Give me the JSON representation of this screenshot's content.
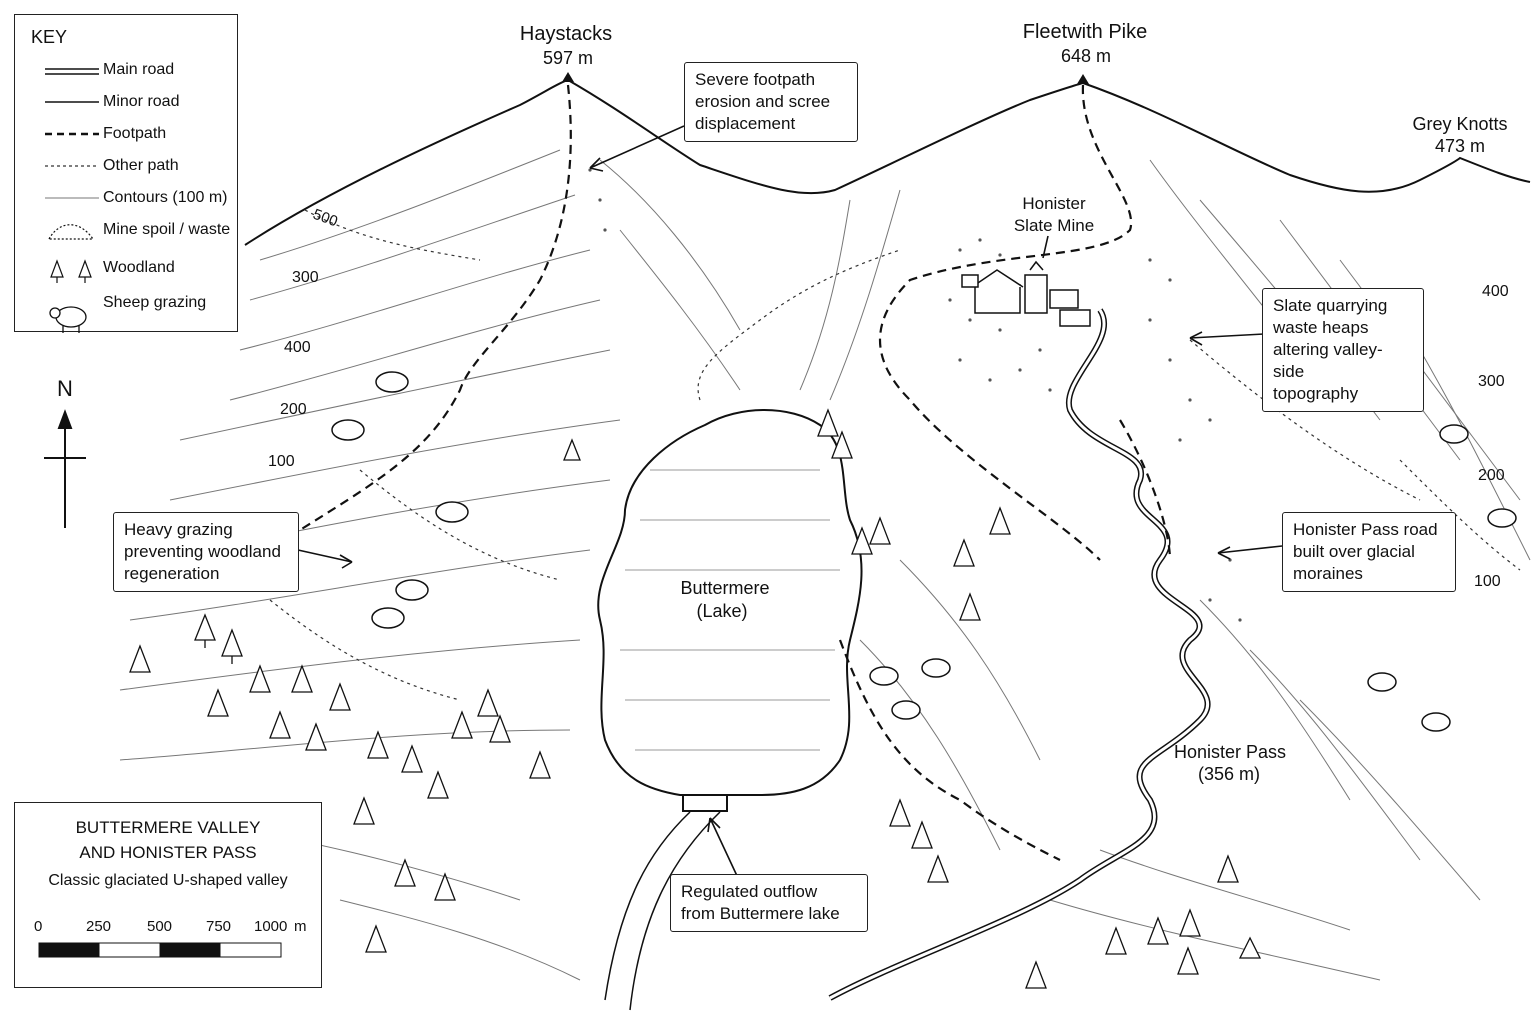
{
  "key": {
    "title": "KEY",
    "items": [
      {
        "label": "Main road",
        "icon": "main-road-symbol-icon"
      },
      {
        "label": "Minor road",
        "icon": "minor-road-symbol-icon"
      },
      {
        "label": "Footpath",
        "icon": "footpath-symbol-icon"
      },
      {
        "label": "Other path",
        "icon": "other-path-symbol-icon"
      },
      {
        "label": "Contours (100 m)",
        "icon": "contour-symbol-icon"
      },
      {
        "label": "Mine spoil / waste",
        "icon": "mine-spoil-icon"
      },
      {
        "label": "Woodland",
        "icon": "tree-icon"
      },
      {
        "label": "Sheep grazing",
        "icon": "sheep-icon"
      }
    ]
  },
  "north": {
    "label": "N"
  },
  "peaks": {
    "haystacks": {
      "name": "Haystacks",
      "height": "597 m"
    },
    "fleetwith": {
      "name": "Fleetwith Pike",
      "height": "648 m"
    },
    "grey_knotts": {
      "name": "Grey Knotts",
      "height": "473 m"
    }
  },
  "places": {
    "mine_line1": "Honister",
    "mine_line2": "Slate Mine",
    "lake_line1": "Buttermere",
    "lake_line2": "(Lake)",
    "pass_line1": "Honister Pass",
    "pass_line2": "(356 m)"
  },
  "contours": {
    "left": [
      "500",
      "300",
      "400",
      "200",
      "100"
    ],
    "right": [
      "400",
      "300",
      "200",
      "100"
    ]
  },
  "annotations": {
    "erosion": [
      "Severe footpath",
      "erosion and scree",
      "displacement"
    ],
    "grazing": [
      "Heavy grazing",
      "preventing woodland",
      "regeneration"
    ],
    "quarry": [
      "Slate quarrying",
      "waste heaps",
      "altering valley-side",
      "topography"
    ],
    "moraine": [
      "Honister Pass road",
      "built over glacial",
      "moraines"
    ],
    "outflow": [
      "Regulated outflow",
      "from Buttermere lake"
    ]
  },
  "title_box": {
    "line1": "BUTTERMERE VALLEY",
    "line2": "AND HONISTER PASS",
    "subtitle": "Classic glaciated U-shaped valley"
  },
  "scale": {
    "ticks": [
      "0",
      "250",
      "500",
      "750",
      "1000"
    ],
    "unit": "m"
  },
  "colors": {
    "ink": "#111111",
    "paper": "#ffffff",
    "contour": "#555555"
  }
}
